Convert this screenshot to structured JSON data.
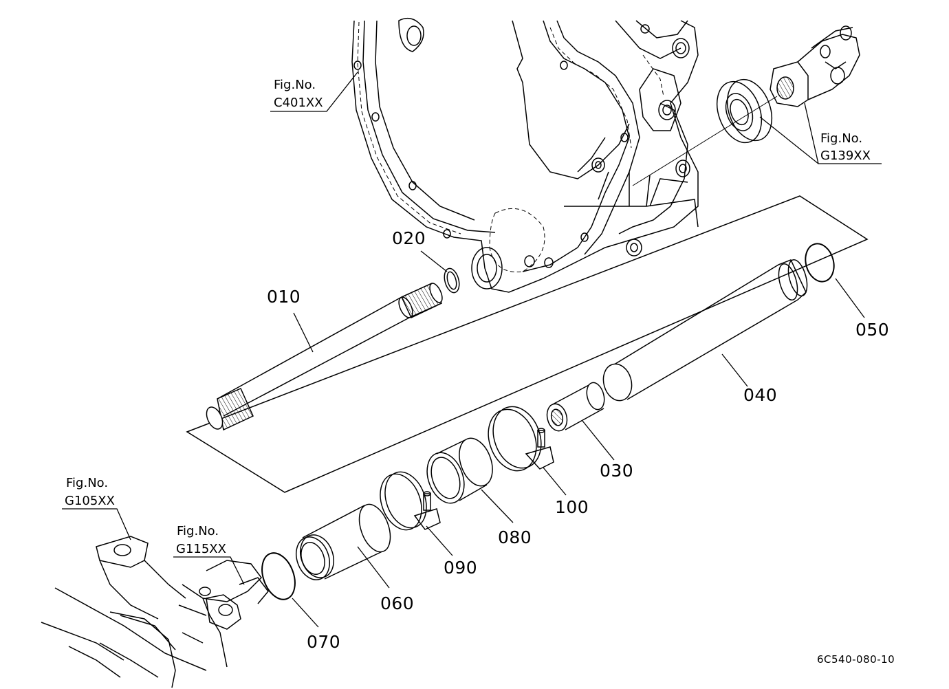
{
  "diagram_code": "6C540-080-10",
  "fig_refs": [
    {
      "id": "c401",
      "line1": "Fig.No.",
      "line2": "C401XX"
    },
    {
      "id": "g139",
      "line1": "Fig.No.",
      "line2": "G139XX"
    },
    {
      "id": "g105",
      "line1": "Fig.No.",
      "line2": "G105XX"
    },
    {
      "id": "g115",
      "line1": "Fig.No.",
      "line2": "G115XX"
    }
  ],
  "parts": [
    {
      "no": "010",
      "shape": "splined-shaft"
    },
    {
      "no": "020",
      "shape": "snap-ring"
    },
    {
      "no": "030",
      "shape": "splined-coupling"
    },
    {
      "no": "040",
      "shape": "long-tube-cover"
    },
    {
      "no": "050",
      "shape": "o-ring"
    },
    {
      "no": "060",
      "shape": "short-tube-cover"
    },
    {
      "no": "070",
      "shape": "o-ring"
    },
    {
      "no": "080",
      "shape": "rubber-boot"
    },
    {
      "no": "090",
      "shape": "hose-clamp"
    },
    {
      "no": "100",
      "shape": "hose-clamp"
    }
  ]
}
